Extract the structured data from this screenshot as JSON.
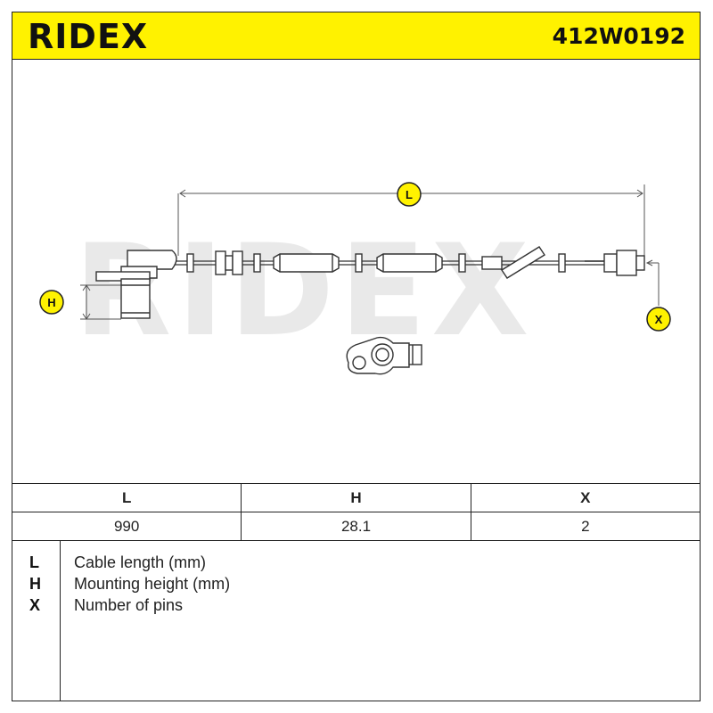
{
  "header": {
    "brand": "RIDEX",
    "part_number": "412W0192",
    "accent_color": "#fff200"
  },
  "drawing": {
    "watermark": "RIDEX",
    "dimension_labels": {
      "length": "L",
      "height": "H",
      "pins": "X"
    }
  },
  "specs": {
    "headers": [
      "L",
      "H",
      "X"
    ],
    "values": [
      "990",
      "28.1",
      "2"
    ]
  },
  "legend": [
    {
      "key": "L",
      "description": "Cable length (mm)"
    },
    {
      "key": "H",
      "description": "Mounting height (mm)"
    },
    {
      "key": "X",
      "description": "Number of pins"
    }
  ]
}
